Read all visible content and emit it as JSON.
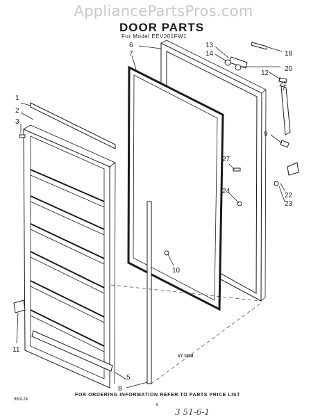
{
  "watermark": "AppliancePartsPros.com",
  "title": "DOOR PARTS",
  "subtitle": "For Model EEV201FW1",
  "footer": "FOR ORDERING INFORMATION REFER TO PARTS PRICE LIST",
  "code_left": "980124",
  "code_right": "V7 1938",
  "page_number": "6",
  "handwritten_note": "3 51-6-1",
  "callouts": [
    {
      "id": "1",
      "label": "1"
    },
    {
      "id": "2",
      "label": "2"
    },
    {
      "id": "3",
      "label": "3"
    },
    {
      "id": "5",
      "label": "5"
    },
    {
      "id": "6",
      "label": "6"
    },
    {
      "id": "7",
      "label": "7"
    },
    {
      "id": "8",
      "label": "8"
    },
    {
      "id": "9",
      "label": "9"
    },
    {
      "id": "10",
      "label": "10"
    },
    {
      "id": "11",
      "label": "11"
    },
    {
      "id": "12",
      "label": "12"
    },
    {
      "id": "13",
      "label": "13"
    },
    {
      "id": "14",
      "label": "14"
    },
    {
      "id": "18",
      "label": "18"
    },
    {
      "id": "20",
      "label": "20"
    },
    {
      "id": "21",
      "label": "21"
    },
    {
      "id": "22",
      "label": "22"
    },
    {
      "id": "23",
      "label": "23"
    },
    {
      "id": "24",
      "label": "24"
    },
    {
      "id": "27",
      "label": "27"
    }
  ]
}
